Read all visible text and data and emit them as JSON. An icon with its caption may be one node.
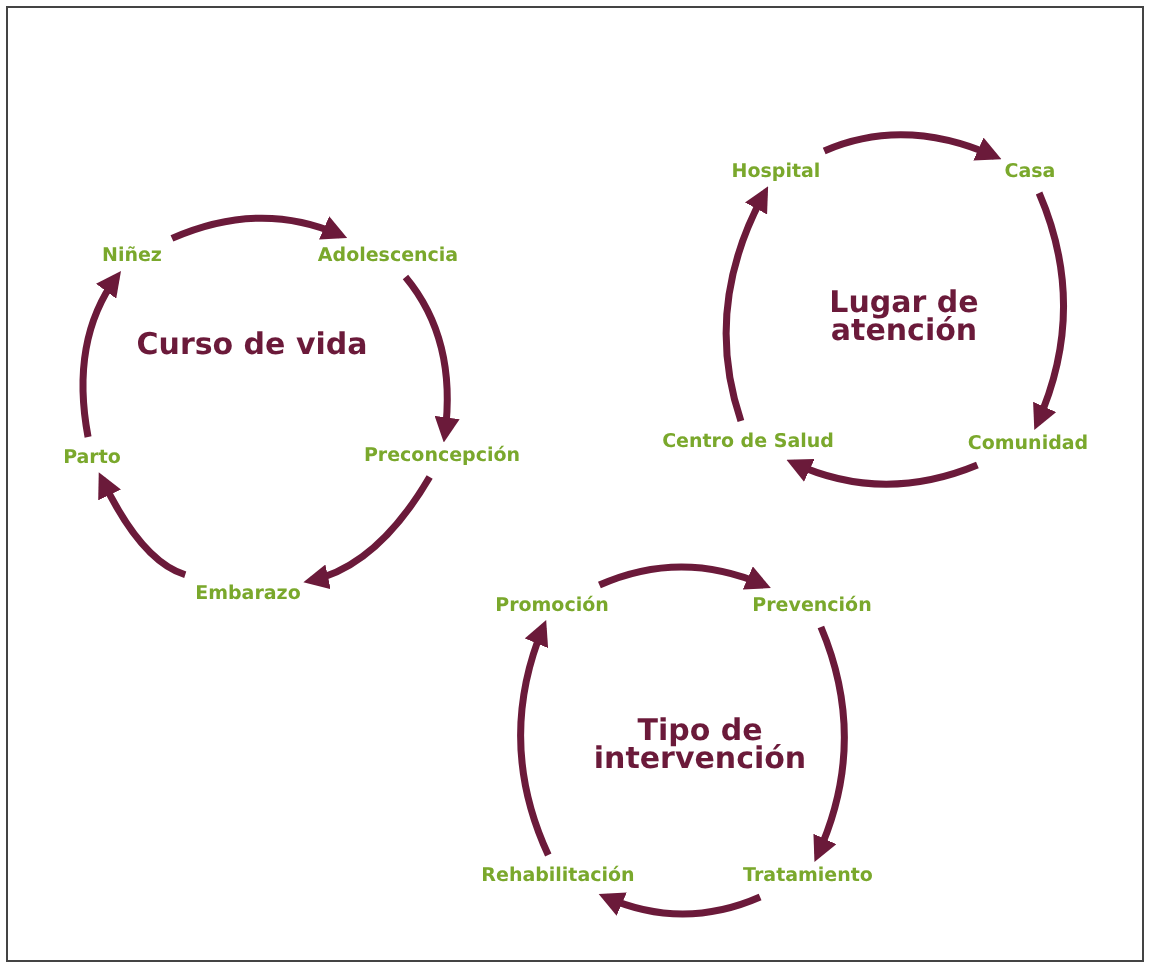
{
  "diagram": {
    "nodes": [
      {
        "text": [
          "Niñez"
        ]
      },
      {
        "text": [
          "Adolescencia"
        ]
      },
      {
        "text": [
          "Preconcepción"
        ]
      },
      {
        "text": [
          "Embarazo"
        ]
      },
      {
        "text": [
          "Parto"
        ]
      },
      {
        "text": [
          "Hospital"
        ]
      },
      {
        "text": [
          "Casa"
        ]
      },
      {
        "text": [
          "Comunidad"
        ]
      },
      {
        "text": [
          "Centro de Salud"
        ]
      },
      {
        "text": [
          "Promoción"
        ]
      },
      {
        "text": [
          "Prevención"
        ]
      },
      {
        "text": [
          "Tratamiento"
        ]
      },
      {
        "text": [
          "Rehabilitación"
        ]
      }
    ],
    "edges": [
      {
        "from": 0,
        "to": 1,
        "arrow": "to"
      },
      {
        "from": 1,
        "to": 2,
        "arrow": "to"
      },
      {
        "from": 2,
        "to": 3,
        "arrow": "to"
      },
      {
        "from": 3,
        "to": 4,
        "arrow": "to"
      },
      {
        "from": 4,
        "to": 0,
        "arrow": "to"
      },
      {
        "from": 5,
        "to": 6,
        "arrow": "to"
      },
      {
        "from": 6,
        "to": 7,
        "arrow": "to"
      },
      {
        "from": 7,
        "to": 8,
        "arrow": "to"
      },
      {
        "from": 8,
        "to": 5,
        "arrow": "to"
      },
      {
        "from": 9,
        "to": 10,
        "arrow": "to"
      },
      {
        "from": 10,
        "to": 11,
        "arrow": "to"
      },
      {
        "from": 11,
        "to": 12,
        "arrow": "to"
      },
      {
        "from": 12,
        "to": 9,
        "arrow": "to"
      }
    ],
    "labels": [
      "Lugar de atención",
      "Curso de vida",
      "Tipo de intervención"
    ]
  }
}
